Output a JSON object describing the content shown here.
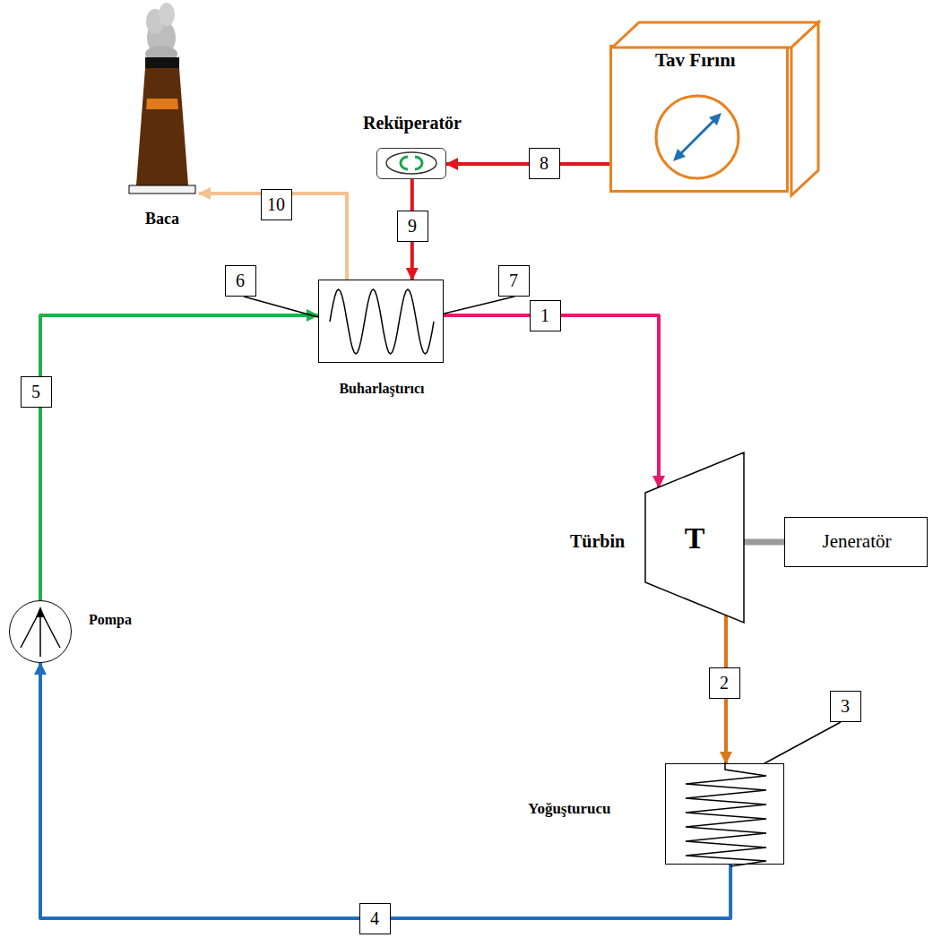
{
  "diagram": {
    "nodes": [
      {
        "text": [
          "Tav Fırını"
        ]
      },
      {
        "text": [
          "Reküperatör"
        ]
      },
      {
        "text": [
          "Buharlaştırıcı"
        ]
      },
      {
        "text": [
          "Türbin",
          "T"
        ]
      },
      {
        "text": [
          "Jeneratör"
        ]
      },
      {
        "text": [
          "Yoğuşturucu"
        ]
      },
      {
        "text": [
          "Pompa"
        ]
      },
      {
        "text": [
          "Baca"
        ]
      }
    ],
    "edges": [
      {
        "from": 0,
        "to": 1,
        "arrow": "to"
      },
      {
        "from": 1,
        "to": 2,
        "arrow": "to"
      },
      {
        "from": 2,
        "to": 7,
        "arrow": "to"
      },
      {
        "from": 6,
        "to": 2,
        "arrow": "to"
      },
      {
        "from": 2,
        "to": 3,
        "arrow": "to"
      },
      {
        "from": 3,
        "to": 4,
        "arrow": "none"
      },
      {
        "from": 3,
        "to": 5,
        "arrow": "to"
      },
      {
        "from": 5,
        "to": 6,
        "arrow": "to"
      }
    ],
    "labels": [
      "1",
      "2",
      "3",
      "4",
      "5",
      "6",
      "7",
      "8",
      "9",
      "10"
    ]
  }
}
